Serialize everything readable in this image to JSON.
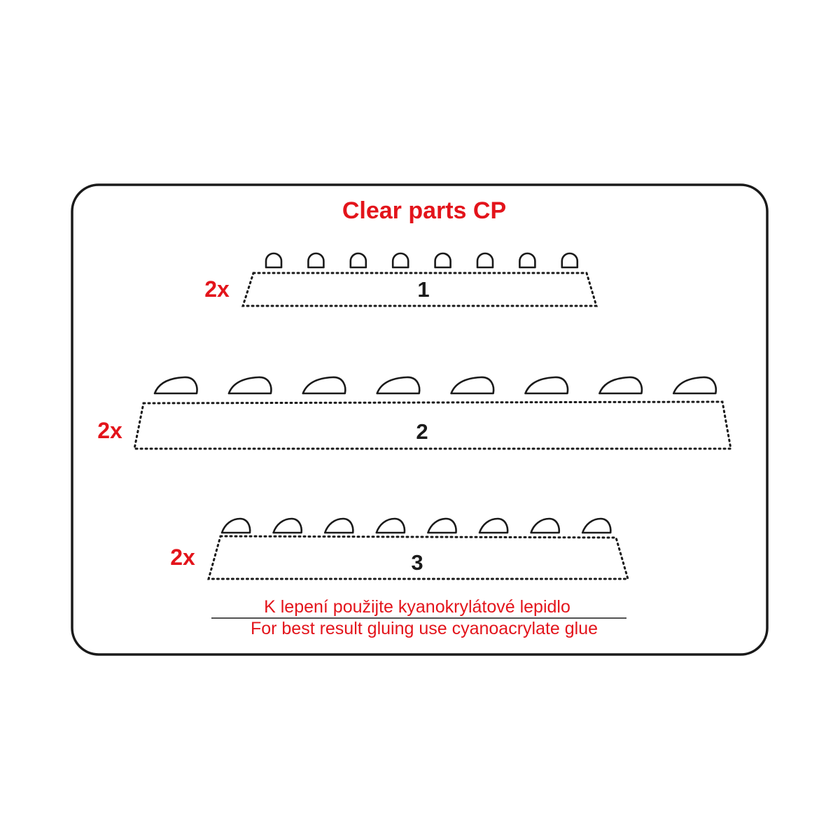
{
  "title": "Clear parts CP",
  "parts": [
    {
      "number": "1",
      "quantity": "2x",
      "window_count": 8,
      "window_shape": "round"
    },
    {
      "number": "2",
      "quantity": "2x",
      "window_count": 8,
      "window_shape": "teardrop"
    },
    {
      "number": "3",
      "quantity": "2x",
      "window_count": 8,
      "window_shape": "slanted"
    }
  ],
  "notes": {
    "czech": "K lepení použijte kyanokrylátové lepidlo",
    "english": "For best result gluing use cyanoacrylate glue"
  },
  "colors": {
    "accent": "#e3141b",
    "outline": "#1a1a1a",
    "background": "#ffffff"
  }
}
